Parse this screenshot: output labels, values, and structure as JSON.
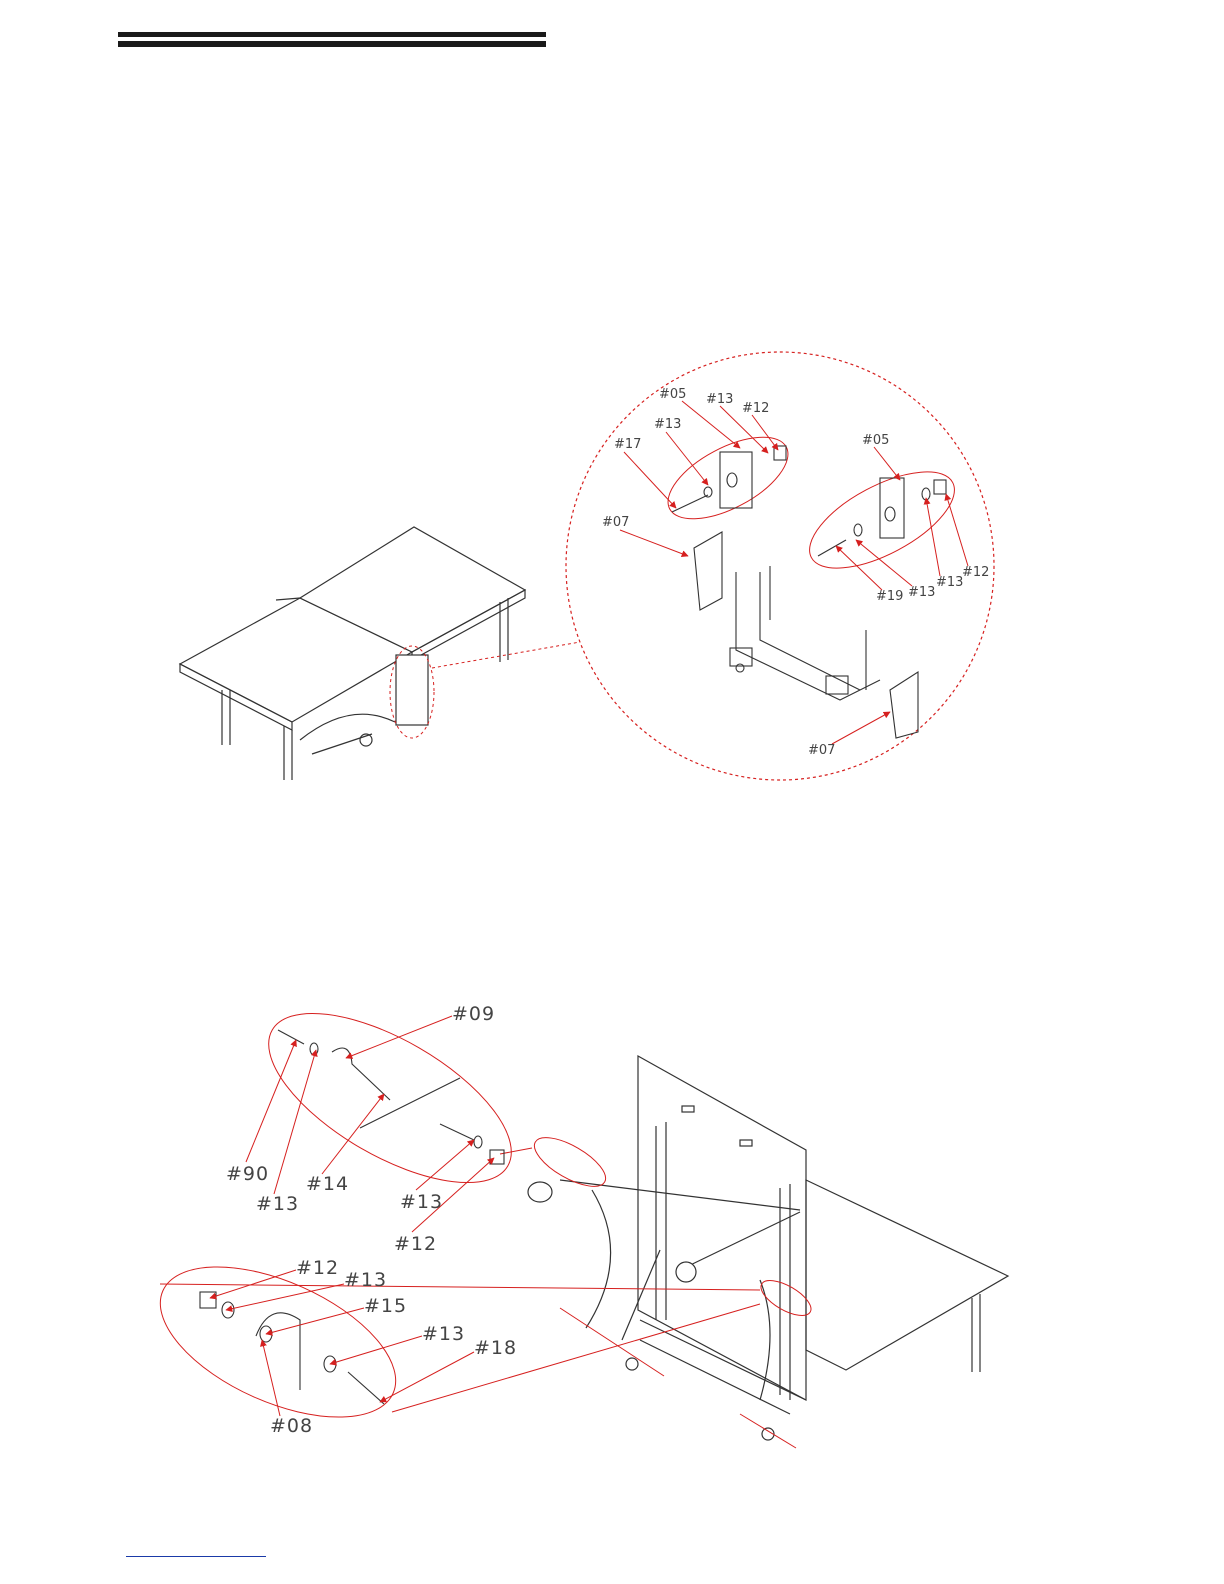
{
  "figure_top": {
    "callouts": [
      {
        "id": "t-05a",
        "label": "#05"
      },
      {
        "id": "t-13a",
        "label": "#13"
      },
      {
        "id": "t-12a",
        "label": "#12"
      },
      {
        "id": "t-13b",
        "label": "#13"
      },
      {
        "id": "t-17",
        "label": "#17"
      },
      {
        "id": "t-05b",
        "label": "#05"
      },
      {
        "id": "t-07a",
        "label": "#07"
      },
      {
        "id": "t-19",
        "label": "#19"
      },
      {
        "id": "t-13c",
        "label": "#13"
      },
      {
        "id": "t-13d",
        "label": "#13"
      },
      {
        "id": "t-12b",
        "label": "#12"
      },
      {
        "id": "t-07b",
        "label": "#07"
      }
    ]
  },
  "figure_bottom": {
    "callouts": [
      {
        "id": "b-09",
        "label": "#09"
      },
      {
        "id": "b-90",
        "label": "#90"
      },
      {
        "id": "b-13a",
        "label": "#13"
      },
      {
        "id": "b-14",
        "label": "#14"
      },
      {
        "id": "b-13b",
        "label": "#13"
      },
      {
        "id": "b-12a",
        "label": "#12"
      },
      {
        "id": "b-12b",
        "label": "#12"
      },
      {
        "id": "b-13c",
        "label": "#13"
      },
      {
        "id": "b-15",
        "label": "#15"
      },
      {
        "id": "b-13d",
        "label": "#13"
      },
      {
        "id": "b-18",
        "label": "#18"
      },
      {
        "id": "b-08",
        "label": "#08"
      }
    ]
  },
  "colors": {
    "callout": "#d6201f",
    "line": "#333333",
    "header_rule": "#1a1a1a",
    "link": "#1a3aa8"
  }
}
